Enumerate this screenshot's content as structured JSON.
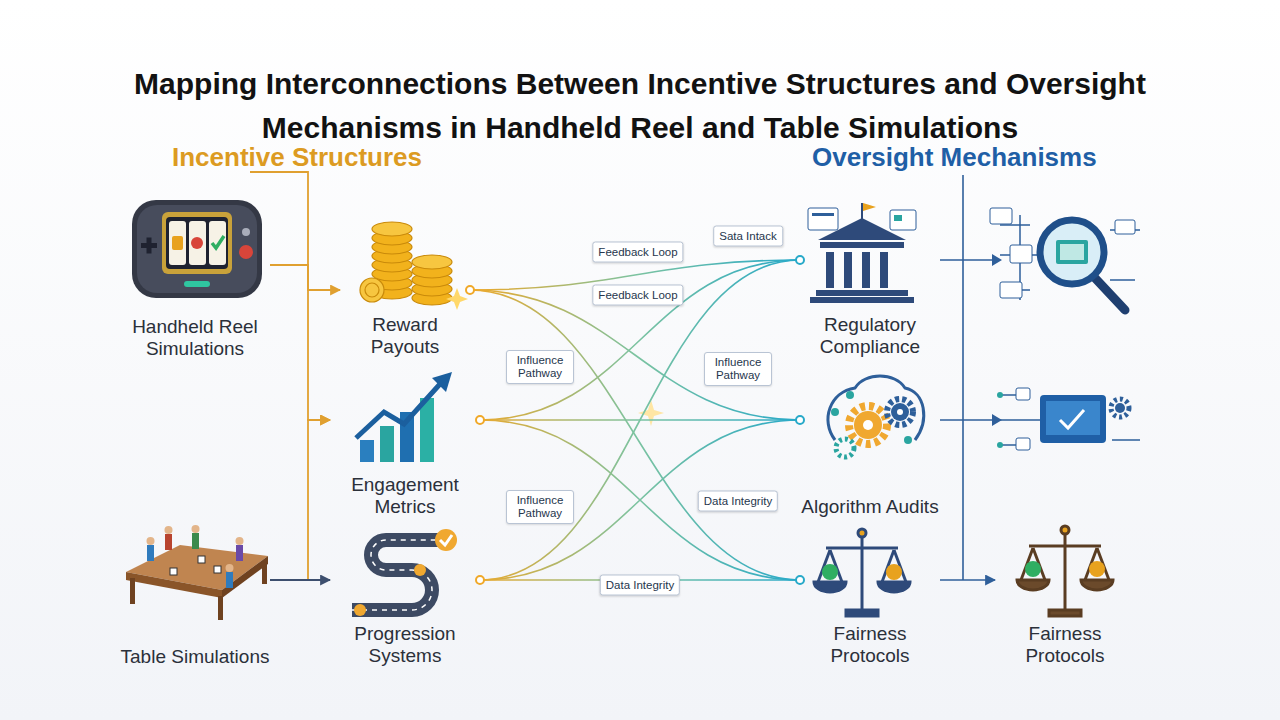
{
  "diagram": {
    "title": "Mapping Interconnections Between Incentive Structures and Oversight Mechanisms in Handheld Reel and Table Simulations",
    "nodes": [
      {
        "text": [
          "Handheld Reel Simulations"
        ]
      },
      {
        "text": [
          "Table Simulations"
        ]
      },
      {
        "text": [
          "Reward Payouts"
        ]
      },
      {
        "text": [
          "Engagement Metrics"
        ]
      },
      {
        "text": [
          "Progression Systems"
        ]
      },
      {
        "text": [
          "Regulatory Compliance"
        ]
      },
      {
        "text": [
          "Algorithm Audits"
        ]
      },
      {
        "text": [
          "Fairness Protocols"
        ]
      },
      {
        "text": [
          "Fairness Protocols"
        ]
      }
    ],
    "edges": [
      {
        "from": 0,
        "to": 2,
        "arrow": "to"
      },
      {
        "from": 0,
        "to": 3,
        "arrow": "to"
      },
      {
        "from": 1,
        "to": 3,
        "arrow": "to"
      },
      {
        "from": 1,
        "to": 4,
        "arrow": "to"
      },
      {
        "from": 2,
        "to": 5,
        "arrow": "none"
      },
      {
        "from": 2,
        "to": 6,
        "arrow": "none"
      },
      {
        "from": 2,
        "to": 7,
        "arrow": "none"
      },
      {
        "from": 3,
        "to": 5,
        "arrow": "none"
      },
      {
        "from": 3,
        "to": 6,
        "arrow": "none"
      },
      {
        "from": 3,
        "to": 7,
        "arrow": "none"
      },
      {
        "from": 4,
        "to": 5,
        "arrow": "none"
      },
      {
        "from": 4,
        "to": 6,
        "arrow": "none"
      },
      {
        "from": 4,
        "to": 7,
        "arrow": "none"
      },
      {
        "from": 7,
        "to": 8,
        "arrow": "to"
      }
    ],
    "labels": [
      "Incentive Structures",
      "Oversight Mechanisms",
      "Sata Intack",
      "Feedback Loop",
      "Feedback Loop",
      "Influence Pathway",
      "Influence Pathway",
      "Influence Pathway",
      "Data Integrity",
      "Data Integrity"
    ]
  }
}
